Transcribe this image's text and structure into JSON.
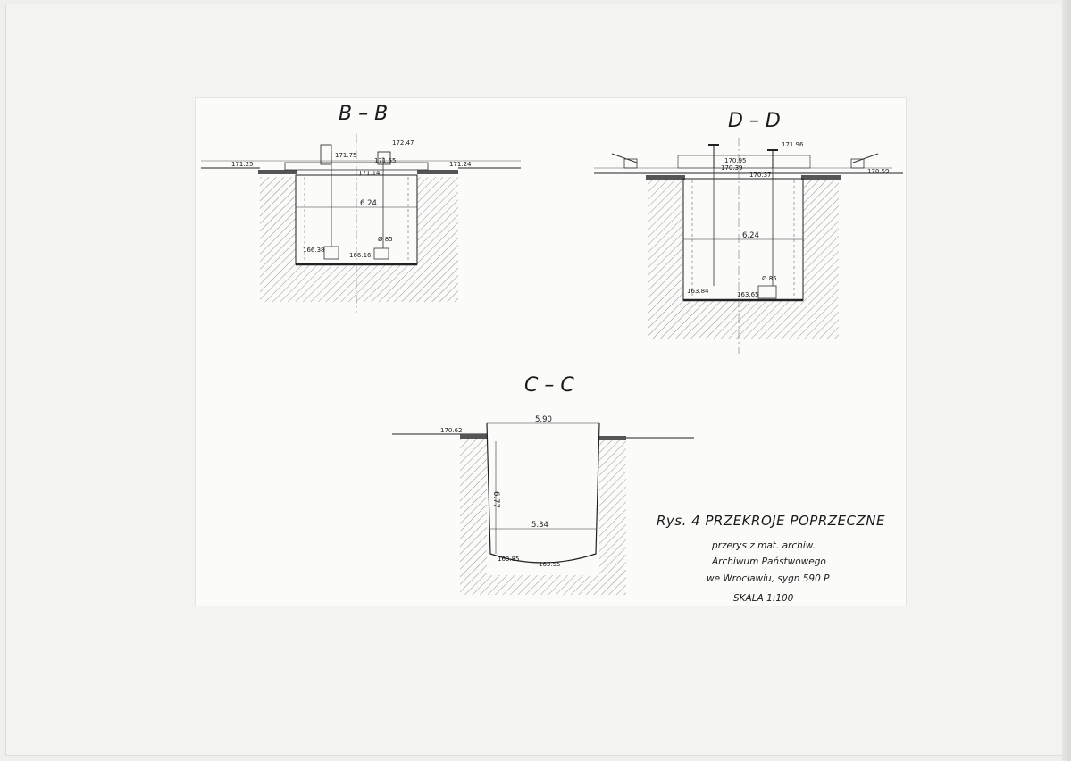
{
  "sections": {
    "bb": {
      "title": "B – B",
      "dims": {
        "width": "6.24",
        "top_level": "172.47",
        "left_ground": "171.25",
        "right_ground": "171.24",
        "inner_a": "171.75",
        "inner_b": "171.55",
        "inner_c": "171.14",
        "bottom_left": "166.38",
        "bottom_right": "166.16",
        "pipe": "Ø 85"
      }
    },
    "dd": {
      "title": "D – D",
      "dims": {
        "width": "6.24",
        "top_level": "171.96",
        "right_ground": "170.59",
        "inner_a": "170.95",
        "inner_b": "170.39",
        "inner_c": "170.37",
        "bottom_left": "163.84",
        "bottom_right": "163.65",
        "pipe": "Ø 85"
      }
    },
    "cc": {
      "title": "C – C",
      "dims": {
        "top_width": "5.90",
        "ground": "170.62",
        "depth": "6.77",
        "bottom_width": "5.34",
        "bottom_left": "163.85",
        "bottom_center": "163.55"
      }
    }
  },
  "caption": {
    "title": "Rys. 4  PRZEKROJE POPRZECZNE",
    "line1": "przerys z mat. archiw.",
    "line2": "Archiwum Państwowego",
    "line3": "we Wrocławiu, sygn 590 P",
    "scale": "SKALA  1:100"
  }
}
